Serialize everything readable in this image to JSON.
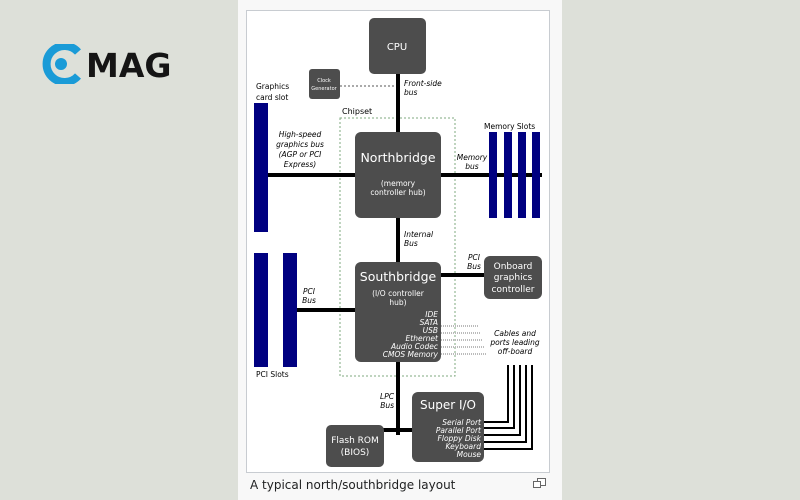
{
  "logo": {
    "text": "MAG",
    "brand_color": "#1a9bd7"
  },
  "caption": "A typical north/southbridge layout",
  "icons": {
    "enlarge": "magnify-icon"
  },
  "colors": {
    "box": "#4d4d4d",
    "slot": "#000080",
    "chipset_border": "#7fa87f"
  },
  "diagram": {
    "cpu": "CPU",
    "clock_1": "Clock",
    "clock_2": "Generator",
    "fsb_1": "Front-side",
    "fsb_2": "bus",
    "graphics_slot_1": "Graphics",
    "graphics_slot_2": "card slot",
    "chipset": "Chipset",
    "memory_slots": "Memory Slots",
    "hsgb_1": "High-speed",
    "hsgb_2": "graphics bus",
    "hsgb_3": "(AGP or PCI",
    "hsgb_4": "Express)",
    "northbridge": "Northbridge",
    "nb_sub_1": "(memory",
    "nb_sub_2": "controller hub)",
    "mem_bus_1": "Memory",
    "mem_bus_2": "bus",
    "internal_bus_1": "Internal",
    "internal_bus_2": "Bus",
    "pci_bus_top_1": "PCI",
    "pci_bus_top_2": "Bus",
    "onboard_1": "Onboard",
    "onboard_2": "graphics",
    "onboard_3": "controller",
    "pci_bus_left_1": "PCI",
    "pci_bus_left_2": "Bus",
    "southbridge": "Southbridge",
    "sb_sub_1": "(I/O controller",
    "sb_sub_2": "hub)",
    "sb_ports": [
      "IDE",
      "SATA",
      "USB",
      "Ethernet",
      "Audio Codec",
      "CMOS Memory"
    ],
    "cables_1": "Cables and",
    "cables_2": "ports leading",
    "cables_3": "off-board",
    "pci_slots": "PCI Slots",
    "lpc_1": "LPC",
    "lpc_2": "Bus",
    "superio": "Super I/O",
    "superio_ports": [
      "Serial Port",
      "Parallel Port",
      "Floppy Disk",
      "Keyboard",
      "Mouse"
    ],
    "flash_1": "Flash ROM",
    "flash_2": "(BIOS)"
  }
}
